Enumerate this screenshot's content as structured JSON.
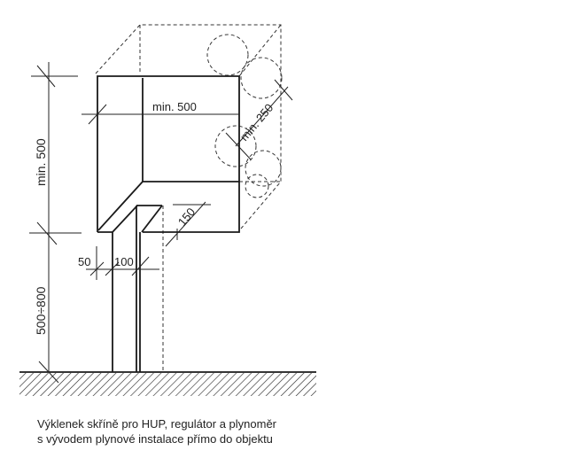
{
  "dimensions": {
    "height_upper": "min. 500",
    "height_lower": "500÷800",
    "width": "min. 500",
    "depth": "min. 250",
    "offset": "150",
    "gap": "50",
    "pipe": "100"
  },
  "caption": {
    "line1": "Výklenek skříně pro HUP, regulátor a plynoměr",
    "line2": "s vývodem plynové instalace přímo do objektu"
  }
}
